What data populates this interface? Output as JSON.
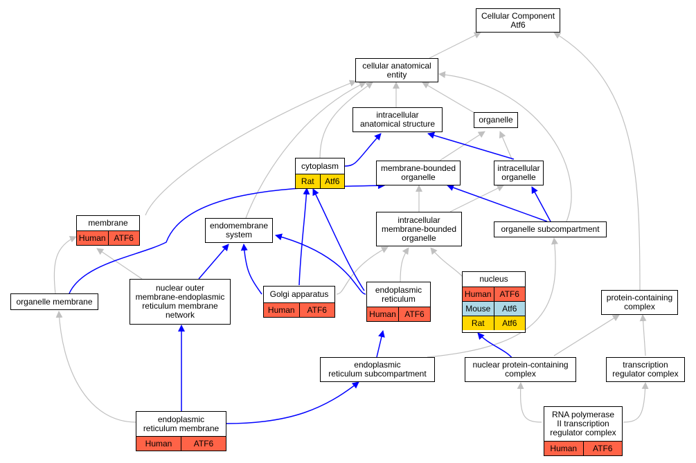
{
  "nodes": {
    "cc_atf6": {
      "label": [
        "Cellular Component",
        "Atf6"
      ]
    },
    "cae": {
      "label": [
        "cellular anatomical",
        "entity"
      ]
    },
    "ias": {
      "label": [
        "intracellular",
        "anatomical structure"
      ]
    },
    "organelle": {
      "label": [
        "organelle"
      ]
    },
    "cytoplasm": {
      "label": [
        "cytoplasm"
      ],
      "rows": [
        [
          "Rat",
          "Atf6"
        ]
      ]
    },
    "mbo": {
      "label": [
        "membrane-bounded",
        "organelle"
      ]
    },
    "io": {
      "label": [
        "intracellular",
        "organelle"
      ]
    },
    "membrane": {
      "label": [
        "membrane"
      ],
      "rows": [
        [
          "Human",
          "ATF6"
        ]
      ]
    },
    "ems": {
      "label": [
        "endomembrane",
        "system"
      ]
    },
    "imbo": {
      "label": [
        "intracellular",
        "membrane-bounded",
        "organelle"
      ]
    },
    "osc": {
      "label": [
        "organelle subcompartment"
      ]
    },
    "nomern": {
      "label": [
        "nuclear outer",
        "membrane-endoplasmic",
        "reticulum membrane",
        "network"
      ]
    },
    "golgi": {
      "label": [
        "Golgi apparatus"
      ],
      "rows": [
        [
          "Human",
          "ATF6"
        ]
      ]
    },
    "er": {
      "label": [
        "endoplasmic",
        "reticulum"
      ],
      "rows": [
        [
          "Human",
          "ATF6"
        ]
      ]
    },
    "nucleus": {
      "label": [
        "nucleus"
      ],
      "rows": [
        [
          "Human",
          "ATF6"
        ],
        [
          "Mouse",
          "Atf6"
        ],
        [
          "Rat",
          "Atf6"
        ]
      ]
    },
    "om": {
      "label": [
        "organelle membrane"
      ]
    },
    "pcc": {
      "label": [
        "protein-containing",
        "complex"
      ]
    },
    "ersc": {
      "label": [
        "endoplasmic",
        "reticulum subcompartment"
      ]
    },
    "npcc": {
      "label": [
        "nuclear protein-containing",
        "complex"
      ]
    },
    "trc": {
      "label": [
        "transcription",
        "regulator complex"
      ]
    },
    "erm": {
      "label": [
        "endoplasmic",
        "reticulum membrane"
      ],
      "rows": [
        [
          "Human",
          "ATF6"
        ]
      ]
    },
    "rnap": {
      "label": [
        "RNA polymerase",
        "II transcription",
        "regulator complex"
      ],
      "rows": [
        [
          "Human",
          "ATF6"
        ]
      ]
    }
  },
  "colors": {
    "Human": "#ff6347",
    "Rat": "#ffd700",
    "Mouse": "#add8e6",
    "is_a_edge": "#c0c0c0",
    "part_of_edge": "#0000ff"
  }
}
